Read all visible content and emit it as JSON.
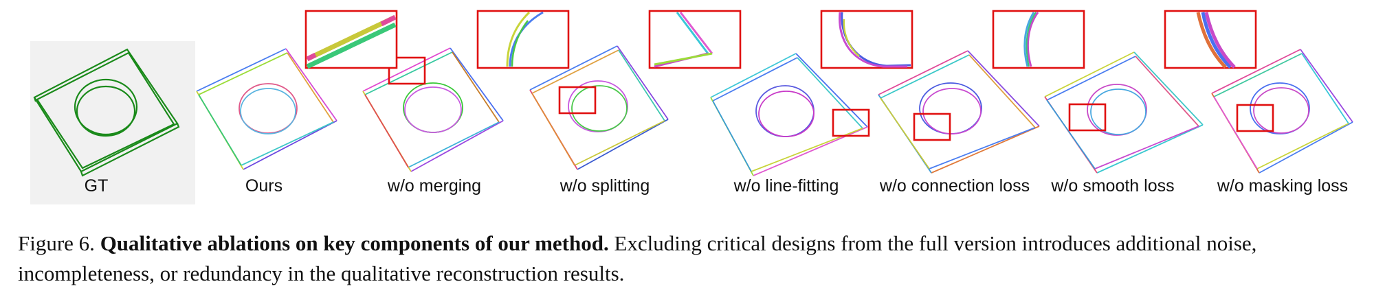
{
  "panels": [
    {
      "label": "GT"
    },
    {
      "label": "Ours"
    },
    {
      "label": "w/o merging"
    },
    {
      "label": "w/o splitting"
    },
    {
      "label": "w/o line-fitting"
    },
    {
      "label": "w/o connection loss"
    },
    {
      "label": "w/o smooth loss"
    },
    {
      "label": "w/o masking loss"
    }
  ],
  "caption": {
    "figure_number": "Figure 6.",
    "bold_title": "Qualitative ablations on key components of our method.",
    "body": "Excluding critical designs from the full version introduces additional noise, incompleteness, or redundancy in the qualitative reconstruction results."
  },
  "colors": {
    "gt_green": "#1a8a1a",
    "highlight_red": "#e01010"
  }
}
